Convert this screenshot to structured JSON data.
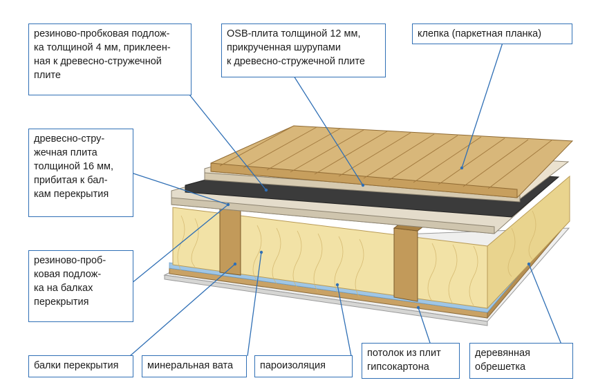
{
  "diagram": {
    "colors": {
      "callout_border": "#2f6fb5",
      "leader_line": "#2f6fb5",
      "parquet": "#d8b77a",
      "osb": "#ebe2cf",
      "rubber_cork": "#3b3b3b",
      "chipboard": "#e4dccb",
      "mineral_wool": "#f2e2a6",
      "beam": "#c29a5a",
      "vapor_barrier": "#9fc6e6",
      "drywall": "#efefee"
    },
    "callouts": [
      {
        "id": "underlay-4mm",
        "text": "резиново-пробковая подлож-\nка толщиной 4 мм, приклеен-\nная к древесно-стружечной\nплите"
      },
      {
        "id": "osb-12mm",
        "text": "OSB-плита толщиной 12 мм,\nприкрученная шурупами\nк древесно-стружечной плите"
      },
      {
        "id": "parquet",
        "text": "клепка (паркетная планка)"
      },
      {
        "id": "chipboard-16mm",
        "text": "древесно-стру-\nжечная плита\nтолщиной 16 мм,\nприбитая к бал-\nкам перекрытия"
      },
      {
        "id": "underlay-on-beams",
        "text": "резиново-проб-\nковая подлож-\nка на балках\nперекрытия"
      },
      {
        "id": "beams",
        "text": "балки перекрытия"
      },
      {
        "id": "mineral-wool",
        "text": "минеральная вата"
      },
      {
        "id": "vapor-barrier",
        "text": "пароизоляция"
      },
      {
        "id": "drywall-ceiling",
        "text": "потолок из плит\nгипсокартона"
      },
      {
        "id": "battens",
        "text": "деревянная\nобрешетка"
      }
    ]
  }
}
